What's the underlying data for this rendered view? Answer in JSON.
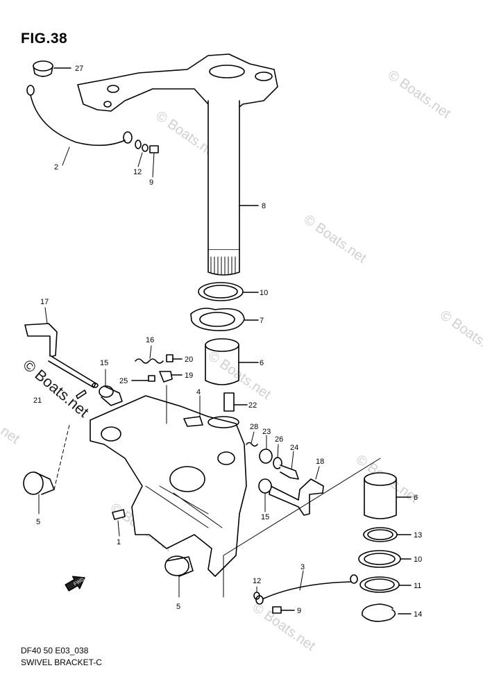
{
  "title": "FIG.38",
  "caption_code": "DF40 50 E03_038",
  "caption_name": "SWIVEL BRACKET-C",
  "watermark": "© Boats.net",
  "fwd_label": "FWD",
  "callouts": {
    "c27": "27",
    "c2": "2",
    "c12a": "12",
    "c9a": "9",
    "c8": "8",
    "c10a": "10",
    "c7": "7",
    "c6a": "6",
    "c17": "17",
    "c16": "16",
    "c20": "20",
    "c15a": "15",
    "c19": "19",
    "c25": "25",
    "c21": "21",
    "c4": "4",
    "c22": "22",
    "c28": "28",
    "c23": "23",
    "c26": "26",
    "c24": "24",
    "c18": "18",
    "c5a": "5",
    "c15b": "15",
    "c6b": "6",
    "c1": "1",
    "c13": "13",
    "c10b": "10",
    "c3": "3",
    "c12b": "12",
    "c11": "11",
    "c5b": "5",
    "c9b": "9",
    "c14": "14"
  }
}
